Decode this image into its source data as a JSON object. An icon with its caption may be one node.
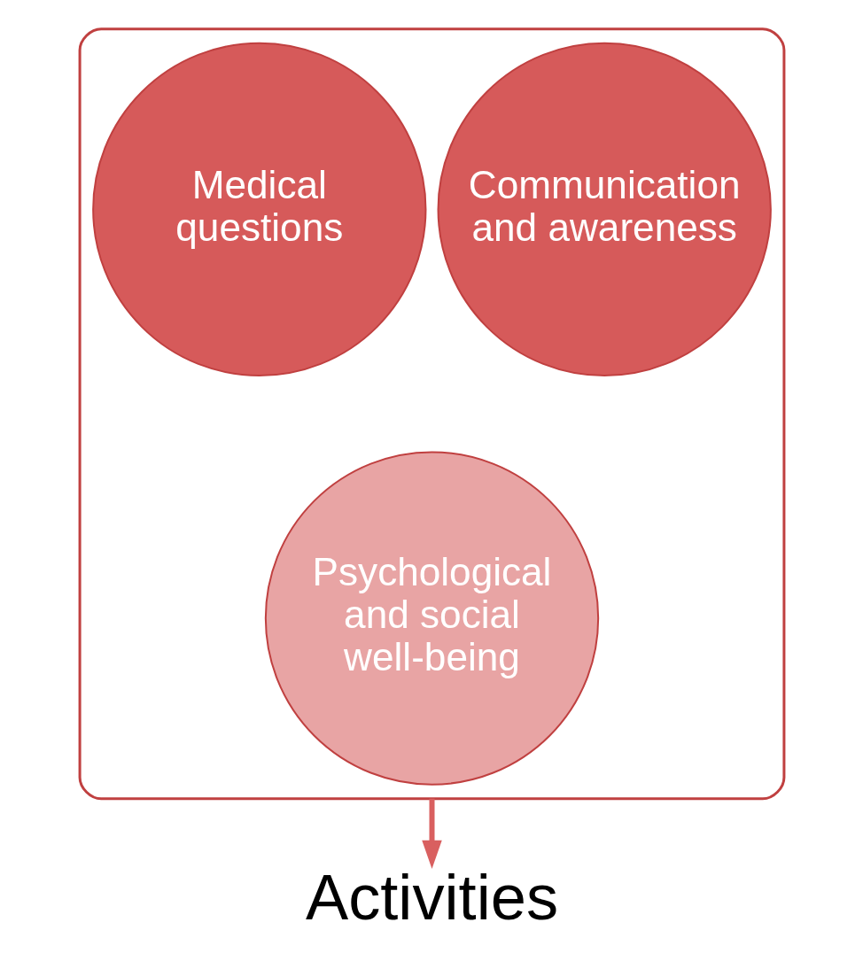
{
  "diagram": {
    "nodes": [
      {
        "text": [],
        "shape": "funnel"
      },
      {
        "text": [
          "Medical questions"
        ],
        "in": 0
      },
      {
        "text": [
          "Communication and awareness"
        ],
        "in": 0
      },
      {
        "text": [
          "Psychological and social well-being"
        ],
        "in": 0
      },
      {
        "text": [
          "Activities"
        ]
      }
    ],
    "edges": [
      {
        "from": 0,
        "to": 4,
        "arrow": "to"
      }
    ]
  }
}
